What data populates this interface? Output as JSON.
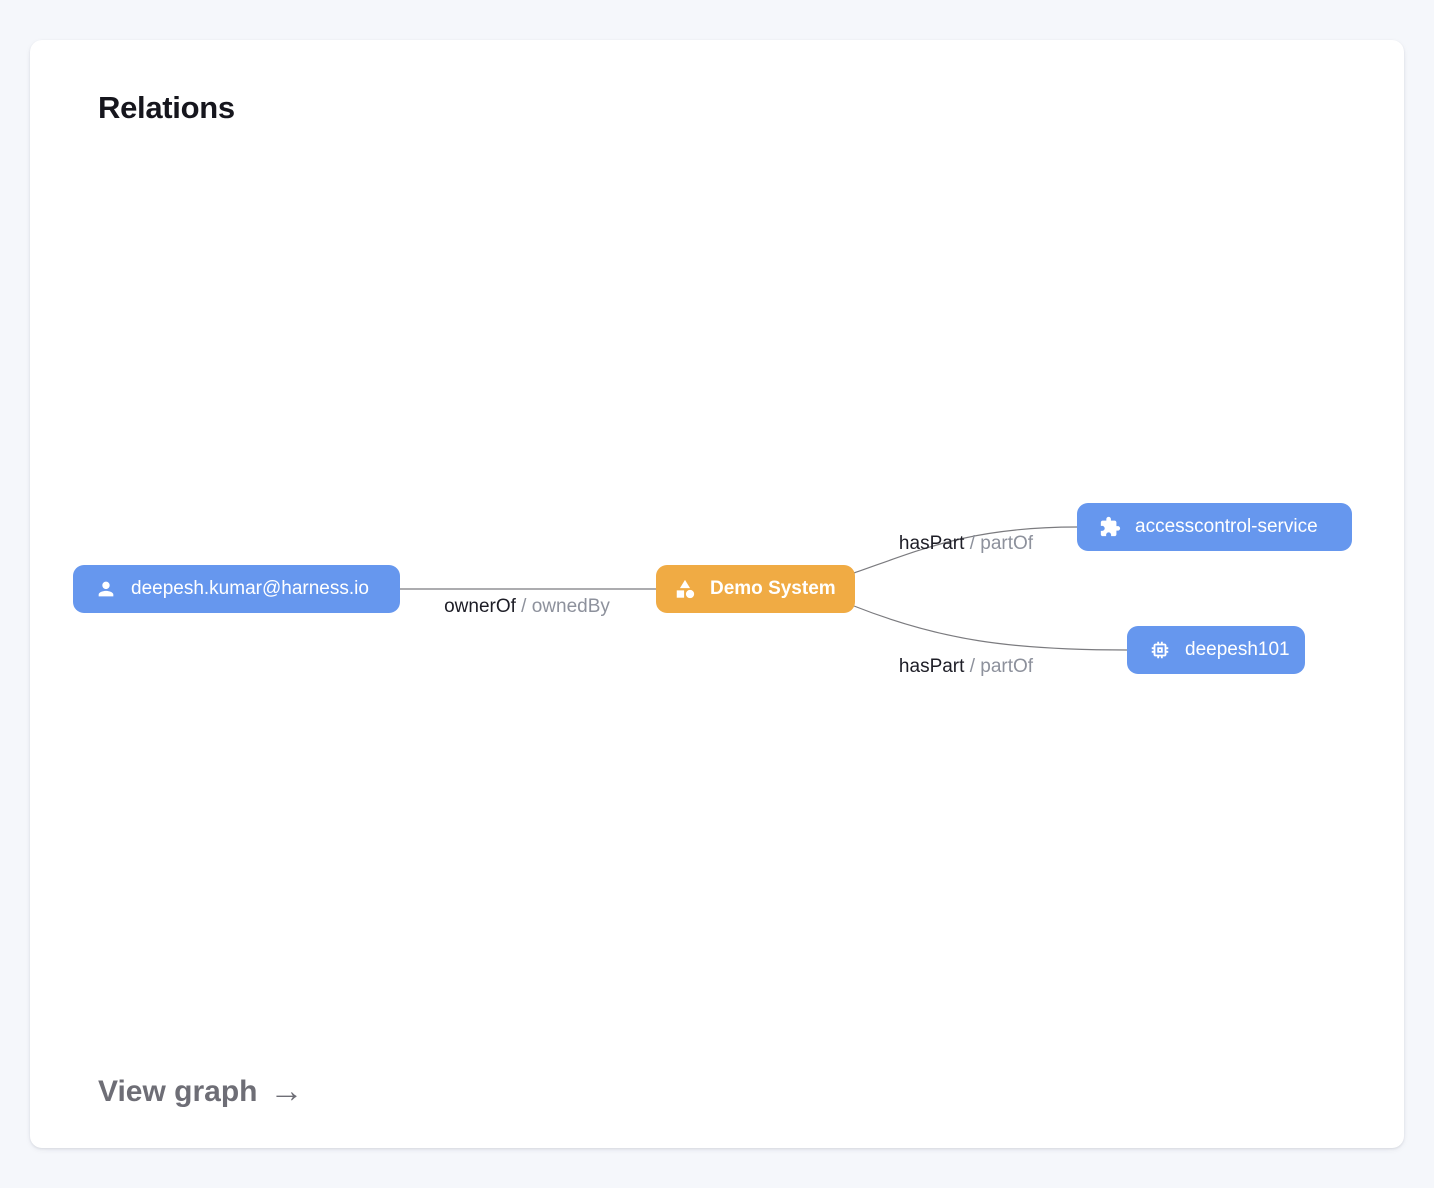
{
  "card": {
    "title": "Relations",
    "footer_link_label": "View graph",
    "footer_arrow": "→"
  },
  "graph": {
    "nodes": [
      {
        "id": "user",
        "label": "deepesh.kumar@harness.io",
        "icon": "person-icon",
        "color": "#6697ee",
        "text_color": "#ffffff"
      },
      {
        "id": "system",
        "label": "Demo System",
        "icon": "category-icon",
        "color": "#f0ab44",
        "text_color": "#ffffff"
      },
      {
        "id": "service",
        "label": "accesscontrol-service",
        "icon": "puzzle-icon",
        "color": "#6697ee",
        "text_color": "#ffffff"
      },
      {
        "id": "component",
        "label": "deepesh101",
        "icon": "chip-icon",
        "color": "#6697ee",
        "text_color": "#ffffff"
      }
    ],
    "edges": [
      {
        "from": "user",
        "to": "system",
        "label_primary": "ownerOf",
        "label_separator": "/",
        "label_secondary": "ownedBy"
      },
      {
        "from": "system",
        "to": "service",
        "label_primary": "hasPart",
        "label_separator": "/",
        "label_secondary": "partOf"
      },
      {
        "from": "system",
        "to": "component",
        "label_primary": "hasPart",
        "label_separator": "/",
        "label_secondary": "partOf"
      }
    ]
  },
  "colors": {
    "page_background": "#f5f7fb",
    "card_background": "#ffffff",
    "node_blue": "#6697ee",
    "node_orange": "#f0ab44",
    "edge_line": "#7b7b7f",
    "edge_label_primary": "#1d1d26",
    "edge_label_secondary": "#8d919c",
    "footer_link": "#6e6e76",
    "title": "#16161d"
  }
}
